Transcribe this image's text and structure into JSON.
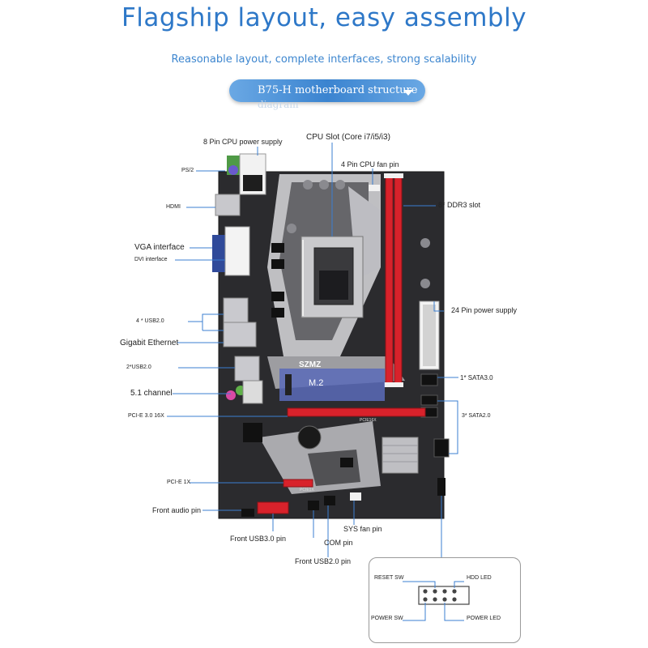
{
  "header": {
    "title": "Flagship layout, easy assembly",
    "subtitle": "Reasonable layout, complete interfaces, strong scalability",
    "badge_line1": "B75-H motherboard structure",
    "badge_line2": "diagram"
  },
  "board": {
    "brand": "SZMZ",
    "m2_label": "M.2",
    "slot_label_16x": "PCIE16X",
    "slot_label_1x": "PCIE1X",
    "colors": {
      "pcb": "#2b2b2e",
      "slot_red": "#d8222b",
      "title_blue": "#2e78c8",
      "leader": "#3b7fd1"
    }
  },
  "labels": {
    "cpu_power": "8 Pin CPU power supply",
    "cpu_slot": "CPU Slot (Core i7/i5/i3)",
    "cpu_fan": "4 Pin CPU fan pin",
    "ps2": "PS/2",
    "hdmi": "HDMI",
    "ddr3": "8* DDR3 slot",
    "vga": "VGA interface",
    "dvi": "DVI interface",
    "usb20_4": "4 * USB2.0",
    "power24": "24 Pin power supply",
    "gigabit": "Gigabit Ethernet",
    "usb20_2": "2*USB2.0",
    "sata30": "1* SATA3.0",
    "channel51": "5.1 channel",
    "pcie16": "PCI-E 3.0 16X",
    "sata20": "3* SATA2.0",
    "pcie1": "PCI-E 1X",
    "front_audio": "Front audio pin",
    "sys_fan": "SYS fan pin",
    "front_usb30": "Front USB3.0 pin",
    "com": "COM pin",
    "front_usb20": "Front USB2.0 pin"
  },
  "callout": {
    "reset_sw": "RESET SW",
    "hdd_led": "HDD LED",
    "power_sw": "POWER SW",
    "power_led": "POWER LED"
  }
}
